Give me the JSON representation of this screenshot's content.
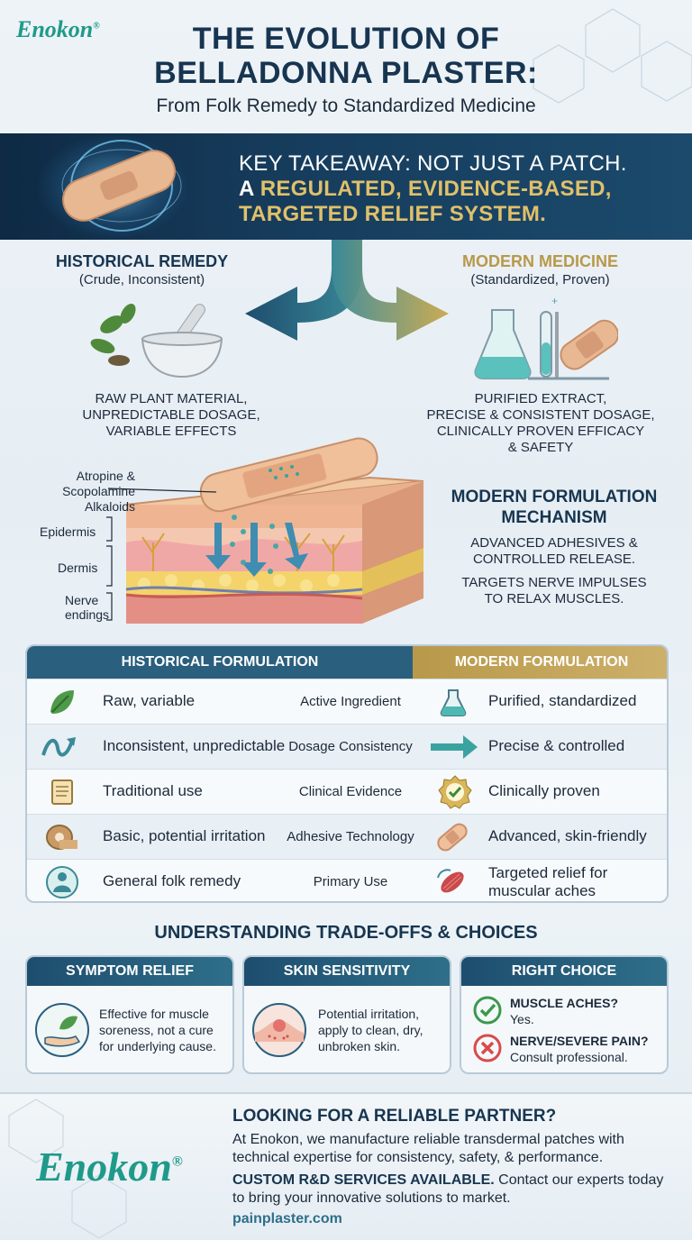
{
  "brand": {
    "name": "Enokon",
    "reg": "®"
  },
  "header": {
    "title_line1": "THE EVOLUTION OF",
    "title_line2": "BELLADONNA PLASTER:",
    "subtitle": "From Folk Remedy to Standardized Medicine"
  },
  "banner": {
    "line1": "KEY TAKEAWAY: NOT JUST A PATCH.",
    "line2_a": "A ",
    "line2_b": "REGULATED, EVIDENCE-BASED,",
    "line3": "TARGETED RELIEF SYSTEM."
  },
  "historical": {
    "heading": "HISTORICAL REMEDY",
    "sub": "(Crude, Inconsistent)",
    "text_lines": [
      "RAW PLANT MATERIAL,",
      "UNPREDICTABLE DOSAGE,",
      "VARIABLE EFFECTS"
    ]
  },
  "modern": {
    "heading": "MODERN MEDICINE",
    "sub": "(Standardized, Proven)",
    "text_lines": [
      "PURIFIED EXTRACT,",
      "PRECISE & CONSISTENT DOSAGE,",
      "CLINICALLY PROVEN EFFICACY",
      "& SAFETY"
    ]
  },
  "skin": {
    "alkaloid_lines": [
      "Atropine &",
      "Scopolamine",
      "Alkaloids"
    ],
    "epidermis": "Epidermis",
    "dermis": "Dermis",
    "nerve_lines": [
      "Nerve",
      "endings"
    ]
  },
  "mechanism": {
    "title_lines": [
      "MODERN FORMULATION",
      "MECHANISM"
    ],
    "p1_lines": [
      "ADVANCED ADHESIVES &",
      "CONTROLLED RELEASE."
    ],
    "p2_lines": [
      "TARGETS NERVE IMPULSES",
      "TO RELAX MUSCLES."
    ]
  },
  "table": {
    "head_left": "HISTORICAL FORMULATION",
    "head_right": "MODERN FORMULATION",
    "rows": [
      {
        "hist": "Raw, variable",
        "attr": "Active Ingredient",
        "mod": "Purified, standardized",
        "hist_icon": "leaf-icon",
        "mod_icon": "flask-icon"
      },
      {
        "hist": "Inconsistent, unpredictable",
        "attr": "Dosage Consistency",
        "mod": "Precise & controlled",
        "hist_icon": "squiggle-arrow-icon",
        "mod_icon": "arrow-right-icon"
      },
      {
        "hist": "Traditional use",
        "attr": "Clinical Evidence",
        "mod": "Clinically proven",
        "hist_icon": "scroll-icon",
        "mod_icon": "check-badge-icon"
      },
      {
        "hist": "Basic, potential irritation",
        "attr": "Adhesive Technology",
        "mod": "Advanced, skin-friendly",
        "hist_icon": "tape-roll-icon",
        "mod_icon": "bandage-icon"
      },
      {
        "hist": "General folk remedy",
        "attr": "Primary Use",
        "mod_line1": "Targeted relief for",
        "mod_line2": "muscular aches",
        "hist_icon": "person-icon",
        "mod_icon": "muscle-icon"
      }
    ]
  },
  "tradeoffs": {
    "title": "UNDERSTANDING TRADE-OFFS & CHOICES",
    "cards": [
      {
        "title": "SYMPTOM RELIEF",
        "lines": [
          "Effective for muscle",
          "soreness, not a cure",
          "for underlying cause."
        ]
      },
      {
        "title": "SKIN SENSITIVITY",
        "lines": [
          "Potential irritation,",
          "apply to clean, dry,",
          "unbroken skin."
        ]
      },
      {
        "title": "RIGHT CHOICE",
        "q1": "MUSCLE ACHES?",
        "a1": "Yes.",
        "q2": "NERVE/SEVERE PAIN?",
        "a2": "Consult professional."
      }
    ]
  },
  "footer": {
    "heading": "LOOKING FOR A RELIABLE PARTNER?",
    "p1": "At Enokon, we manufacture reliable transdermal patches with technical expertise for consistency, safety, & performance.",
    "p2_bold": "CUSTOM R&D SERVICES AVAILABLE.",
    "p2_rest": " Contact our experts today to bring your innovative solutions to market.",
    "url": "painplaster.com"
  },
  "colors": {
    "navy": "#173550",
    "teal": "#1f9a8a",
    "gold": "#c9a84a",
    "table_head_left": "#2a5f7e",
    "table_head_right": "#b8994a"
  }
}
